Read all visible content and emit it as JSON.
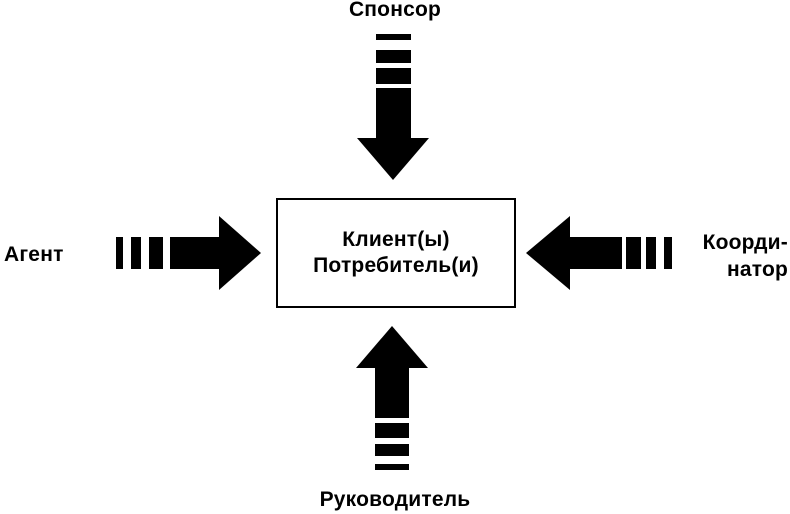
{
  "diagram": {
    "colors": {
      "ink": "#000000",
      "background": "#ffffff"
    },
    "labels": {
      "top": "Спонсор",
      "left": "Агент",
      "right_line1": "Коорди-",
      "right_line2": "натор",
      "bottom": "Руководитель"
    },
    "center_box": {
      "line1": "Клиент(ы)",
      "line2": "Потребитель(и)"
    },
    "icons": {
      "top": "arrow-down-icon",
      "left": "arrow-right-icon",
      "right": "arrow-left-icon",
      "bottom": "arrow-up-icon"
    }
  }
}
